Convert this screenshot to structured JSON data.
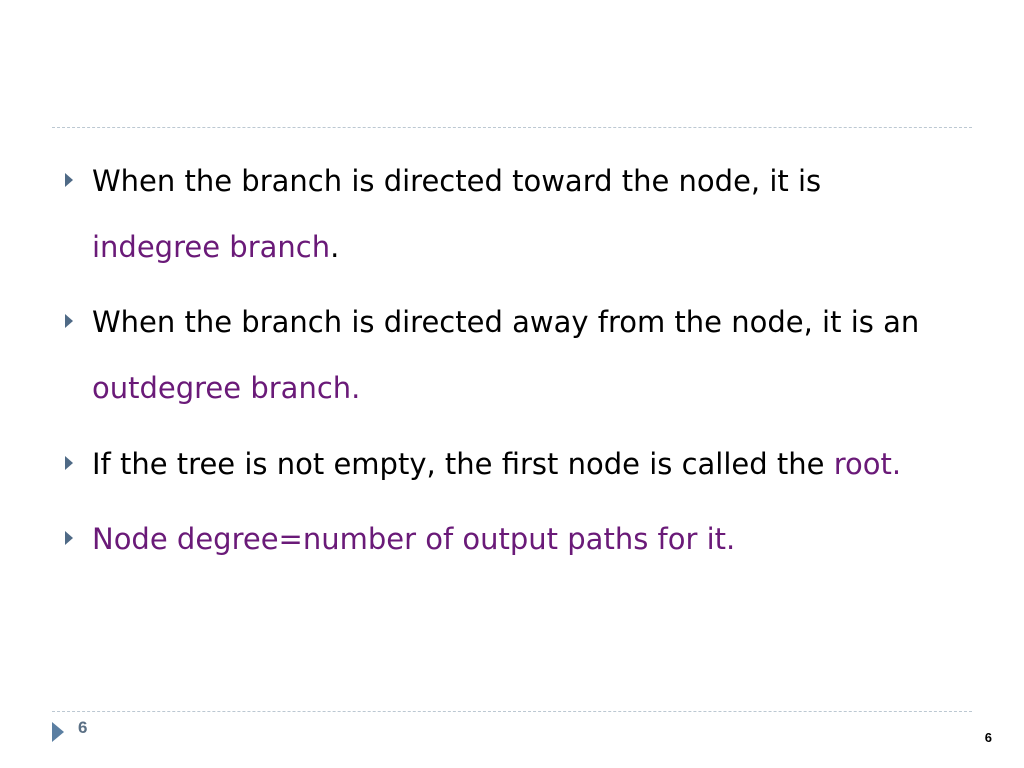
{
  "bullets": [
    {
      "line1": "When the branch is directed toward the node, it is",
      "line2_accent": "indegree branch",
      "line2_tail": "."
    },
    {
      "line1": "When the branch is directed away from the node, it is an",
      "line2_accent": "outdegree branch",
      "line2_tail": "."
    },
    {
      "text": "If the tree is not empty, the first node is called the ",
      "accent": "root."
    },
    {
      "accent": "Node degree=number of output paths for it."
    }
  ],
  "footer": {
    "slide_number_left": "6",
    "slide_number_right": "6"
  },
  "colors": {
    "accent": "#6a1a78",
    "bullet_marker": "#4f6a86",
    "rule": "#bcc8d2"
  },
  "icons": {
    "bullet_marker": "triangle-right-icon",
    "footer_marker": "triangle-right-icon"
  }
}
